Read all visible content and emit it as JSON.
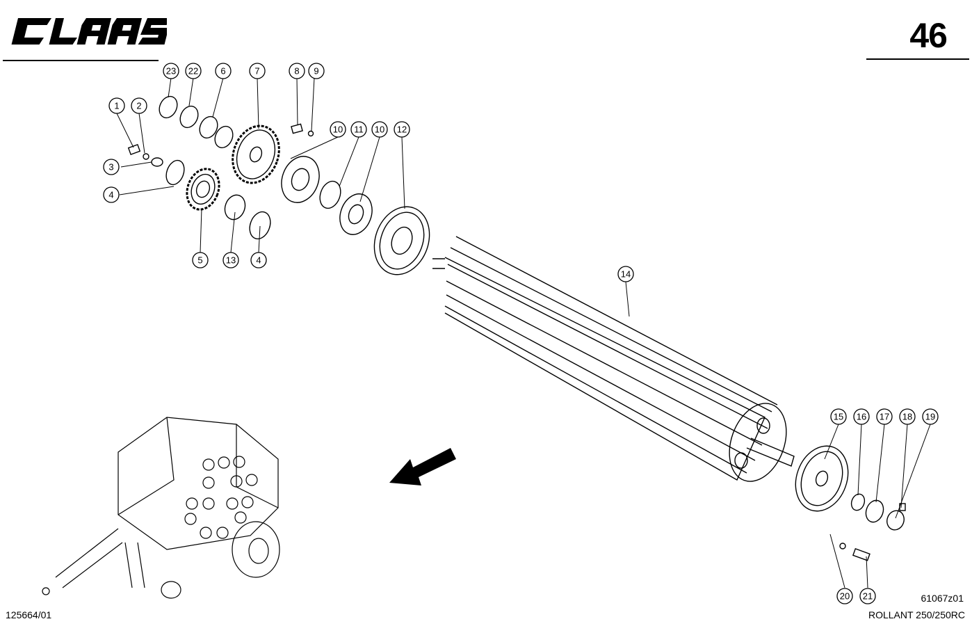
{
  "brand": {
    "logo_text": "CLAAS"
  },
  "page_number": "46",
  "footer": {
    "doc_number": "125664/01",
    "drawing_code": "61067z01",
    "model": "ROLLANT 250/250RC"
  },
  "callouts": {
    "c1": "1",
    "c2": "2",
    "c3": "3",
    "c4a": "4",
    "c4b": "4",
    "c5": "5",
    "c6": "6",
    "c7": "7",
    "c8": "8",
    "c9": "9",
    "c10a": "10",
    "c10b": "10",
    "c11": "11",
    "c12": "12",
    "c13": "13",
    "c14": "14",
    "c15": "15",
    "c16": "16",
    "c17": "17",
    "c18": "18",
    "c19": "19",
    "c20": "20",
    "c21": "21",
    "c22": "22",
    "c23": "23"
  }
}
